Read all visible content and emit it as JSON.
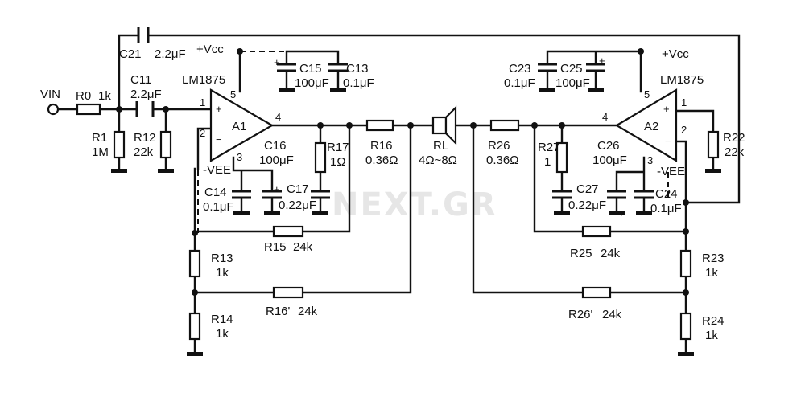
{
  "watermark": "NEXT.GR",
  "input": {
    "label": "VIN"
  },
  "supply": {
    "vcc_left": "+Vcc",
    "vcc_right": "+Vcc",
    "vee_left": "-VEE",
    "vee_right": "-VEE"
  },
  "amplifiers": {
    "a1": {
      "chip": "LM1875",
      "name": "A1",
      "pin1": "1",
      "pin2": "2",
      "pin3": "3",
      "pin4": "4",
      "pin5": "5"
    },
    "a2": {
      "chip": "LM1875",
      "name": "A2",
      "pin1": "1",
      "pin2": "2",
      "pin3": "3",
      "pin4": "4",
      "pin5": "5"
    }
  },
  "components": {
    "r0": {
      "name": "R0",
      "value": "1k"
    },
    "r1": {
      "name": "R1",
      "value": "1M"
    },
    "r12": {
      "name": "R12",
      "value": "22k"
    },
    "c11": {
      "name": "C11",
      "value": "2.2μF"
    },
    "c21": {
      "name": "C21",
      "value": "2.2μF"
    },
    "c15": {
      "name": "C15",
      "value": "100μF"
    },
    "c13": {
      "name": "C13",
      "value": "0.1μF"
    },
    "c16": {
      "name": "C16",
      "value": "100μF"
    },
    "r17": {
      "name": "R17",
      "value": "1Ω"
    },
    "c17": {
      "name": "C17",
      "value": "0.22μF"
    },
    "c14": {
      "name": "C14",
      "value": "0.1μF"
    },
    "r16": {
      "name": "R16",
      "value": "0.36Ω"
    },
    "rl": {
      "name": "RL",
      "value": "4Ω~8Ω"
    },
    "r26": {
      "name": "R26",
      "value": "0.36Ω"
    },
    "r27": {
      "name": "R27",
      "value": "1"
    },
    "c26": {
      "name": "C26",
      "value": "100μF"
    },
    "c27": {
      "name": "C27",
      "value": "0.22μF"
    },
    "c24": {
      "name": "C24",
      "value": "0.1μF"
    },
    "c23": {
      "name": "C23",
      "value": "0.1μF"
    },
    "c25": {
      "name": "C25",
      "value": "100μF"
    },
    "r22": {
      "name": "R22",
      "value": "22k"
    },
    "r15": {
      "name": "R15",
      "value": "24k"
    },
    "r13": {
      "name": "R13",
      "value": "1k"
    },
    "r14": {
      "name": "R14",
      "value": "1k"
    },
    "r16p": {
      "name": "R16'",
      "value": "24k"
    },
    "r25": {
      "name": "R25",
      "value": "24k"
    },
    "r23": {
      "name": "R23",
      "value": "1k"
    },
    "r24": {
      "name": "R24",
      "value": "1k"
    },
    "r26p": {
      "name": "R26'",
      "value": "24k"
    }
  }
}
